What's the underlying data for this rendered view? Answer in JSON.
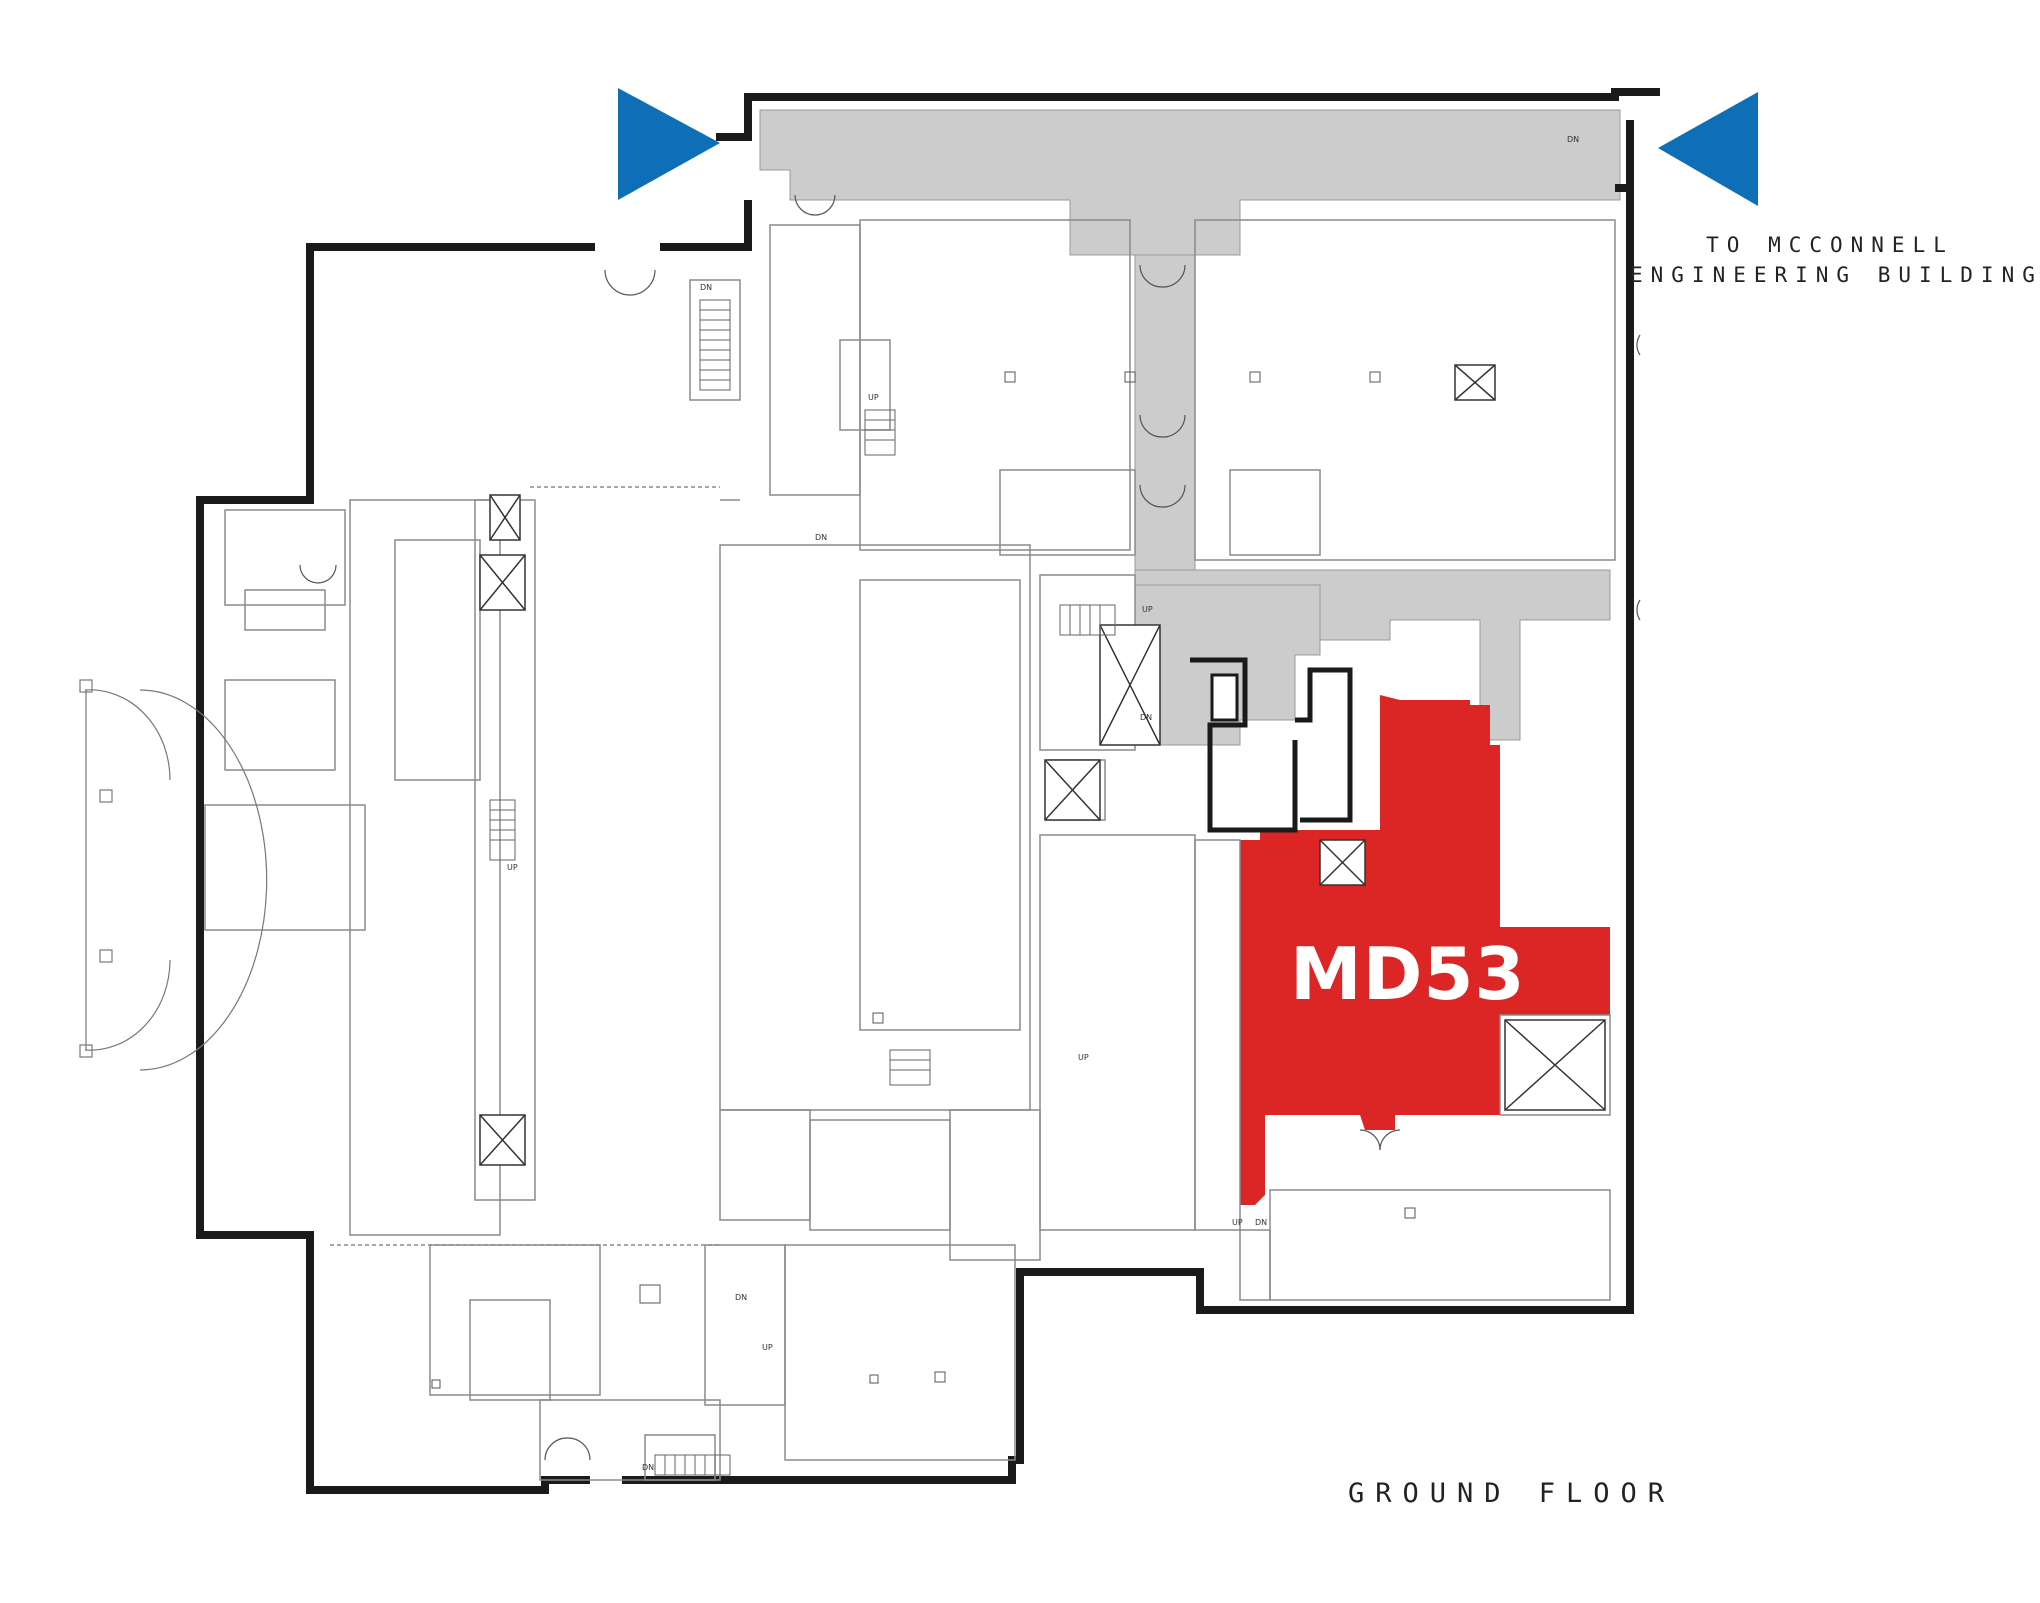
{
  "map": {
    "directions": {
      "line1": "TO MCCONNELL",
      "line2": "ENGINEERING BUILDING"
    },
    "floor_label": "GROUND FLOOR",
    "highlighted_room": {
      "label": "MD53",
      "color": "#dc2626"
    },
    "stair_markers": {
      "up": "UP",
      "down": "DN"
    },
    "colors": {
      "walls": "#1a1a1a",
      "corridor": "#cccccc",
      "arrow": "#0e6fb7",
      "interior_lines": "#8a8a8a"
    },
    "arrows": [
      {
        "name": "entrance-arrow-west",
        "icon": "triangle-right-icon"
      },
      {
        "name": "entrance-arrow-east",
        "icon": "triangle-left-icon"
      }
    ]
  }
}
